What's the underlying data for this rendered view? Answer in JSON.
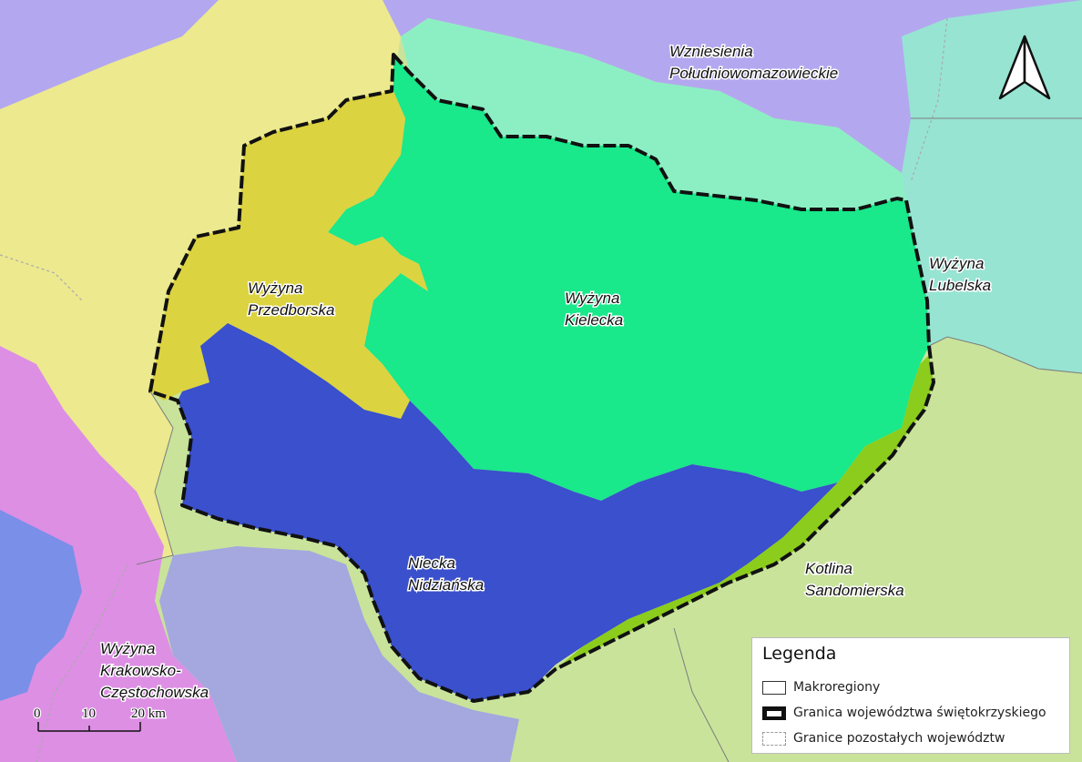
{
  "map": {
    "regions": [
      {
        "id": "wzniesienia",
        "label_lines": [
          "Wzniesienia",
          "Południowomazowieckie"
        ],
        "color": "#b3a8ef"
      },
      {
        "id": "wyzyna-kielecka",
        "label_lines": [
          "Wyżyna",
          "Kielecka"
        ],
        "color": "#19e88b"
      },
      {
        "id": "wyzyna-przedborska",
        "label_lines": [
          "Wyżyna",
          "Przedborska"
        ],
        "color": "#dcd340"
      },
      {
        "id": "niecka-nidzianska",
        "label_lines": [
          "Niecka",
          "Nidziańska"
        ],
        "color": "#3a50cc"
      },
      {
        "id": "wyzyna-lubelska",
        "label_lines": [
          "Wyżyna",
          "Lubelska"
        ],
        "color": "#97e4d3"
      },
      {
        "id": "kotlina-sandomierska",
        "label_lines": [
          "Kotlina",
          "Sandomierska"
        ],
        "color": "#c9e39b"
      },
      {
        "id": "wyzyna-krakowsko-czestochowska",
        "label_lines": [
          "Wyżyna",
          "Krakowsko-",
          "Częstochowska"
        ],
        "color": "#dd8fe4"
      }
    ],
    "other_colors": {
      "strip_green": "#8ccc1c",
      "mint": "#8cefc4",
      "pale_yellow": "#ece98f",
      "periwinkle": "#7a8fe8",
      "lavender_gray": "#a4a8de"
    },
    "north_arrow": {
      "icon": "north-arrow-icon"
    },
    "scale_bar": {
      "ticks": [
        "0",
        "10",
        "20 km"
      ]
    }
  },
  "legend": {
    "title": "Legenda",
    "items": [
      {
        "label": "Makroregiony",
        "symbol": "outline-box"
      },
      {
        "label": "Granica województwa świętokrzyskiego",
        "symbol": "thick-border"
      },
      {
        "label": "Granice pozostałych województw",
        "symbol": "dashed-border"
      }
    ]
  }
}
